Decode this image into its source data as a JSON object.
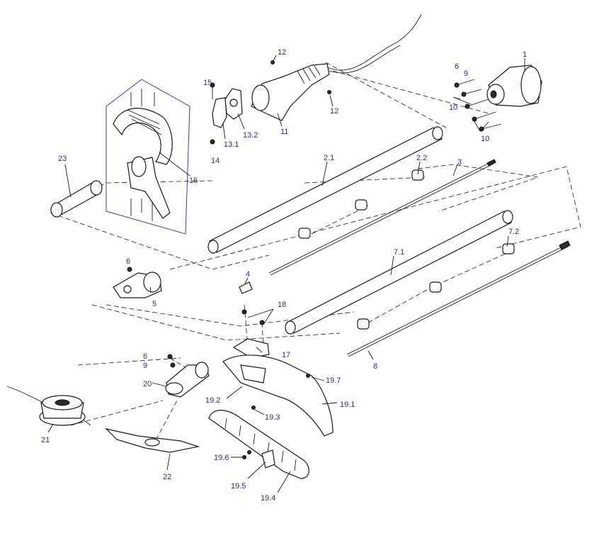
{
  "colors": {
    "label": "#2b2b9a",
    "line": "#1a1a1a",
    "frame": "#3a3ab0"
  },
  "callouts": {
    "c1": "1",
    "c2_1": "2.1",
    "c2_2": "2.2",
    "c3": "3",
    "c4": "4",
    "c5": "5",
    "c6a": "6",
    "c6b": "6",
    "c6c": "6",
    "c7_1": "7.1",
    "c7_2": "7.2",
    "c8": "8",
    "c9a": "9",
    "c9b": "9",
    "c10a": "10",
    "c10b": "10",
    "c11": "11",
    "c12a": "12",
    "c12b": "12",
    "c13_1": "13.1",
    "c13_2": "13.2",
    "c14": "14",
    "c15": "15",
    "c16": "16",
    "c17": "17",
    "c18": "18",
    "c19_1": "19.1",
    "c19_2": "19.2",
    "c19_3": "19.3",
    "c19_4": "19.4",
    "c19_5": "19.5",
    "c19_6": "19.6",
    "c19_7": "19.7",
    "c20": "20",
    "c21": "21",
    "c22": "22",
    "c23": "23"
  }
}
